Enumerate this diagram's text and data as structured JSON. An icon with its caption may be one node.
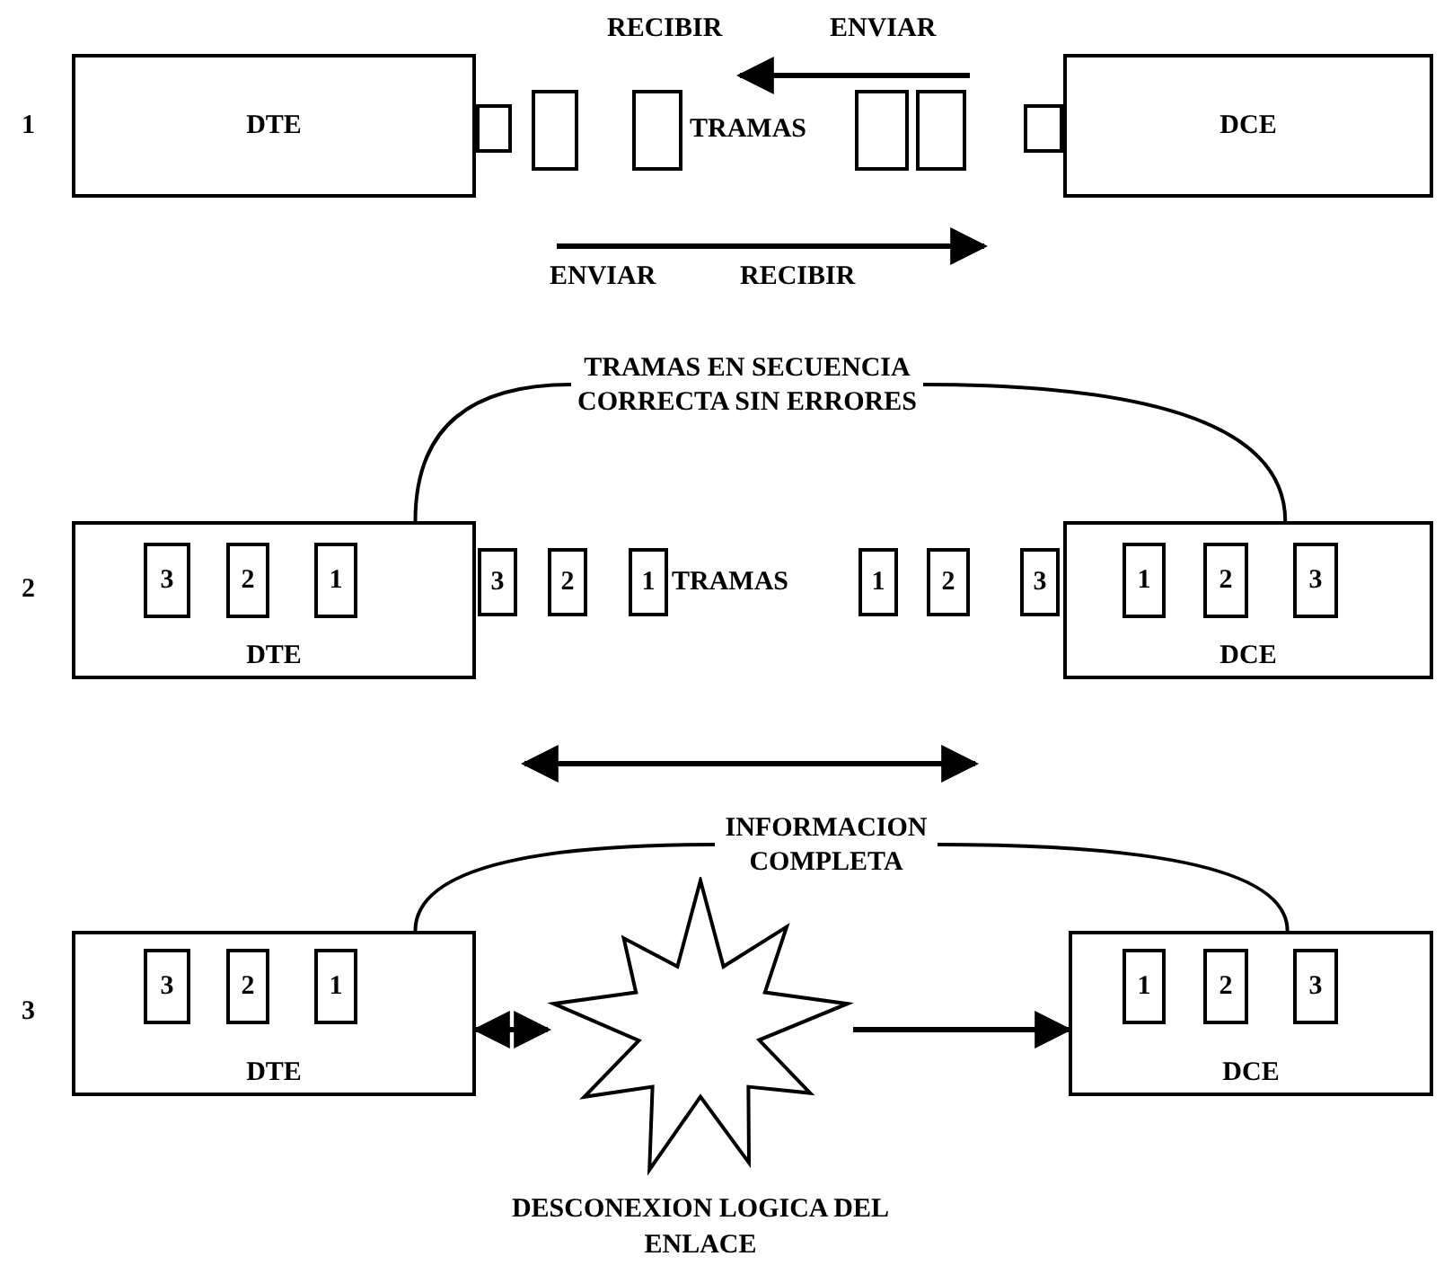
{
  "diagram": {
    "nodes": [
      {
        "text": [
          "DTE"
        ]
      },
      {
        "text": [],
        "shape": "box"
      },
      {
        "text": [],
        "shape": "box"
      },
      {
        "text": [],
        "shape": "box"
      },
      {
        "text": [],
        "shape": "box"
      },
      {
        "text": [],
        "shape": "box"
      },
      {
        "text": [],
        "shape": "box"
      },
      {
        "text": [
          "DCE"
        ]
      },
      {
        "text": [
          "TRAMAS EN SECUENCIA CORRECTA SIN ERRORES"
        ]
      },
      {
        "text": [
          "DTE"
        ]
      },
      {
        "text": [
          "3"
        ],
        "in": 9
      },
      {
        "text": [
          "2"
        ],
        "in": 9
      },
      {
        "text": [
          "1"
        ],
        "in": 9
      },
      {
        "text": [
          "3"
        ]
      },
      {
        "text": [
          "2"
        ]
      },
      {
        "text": [
          "1"
        ]
      },
      {
        "text": [
          "1"
        ]
      },
      {
        "text": [
          "2"
        ]
      },
      {
        "text": [
          "3"
        ]
      },
      {
        "text": [
          "DCE"
        ]
      },
      {
        "text": [
          "1"
        ],
        "in": 19
      },
      {
        "text": [
          "2"
        ],
        "in": 19
      },
      {
        "text": [
          "3"
        ],
        "in": 19
      },
      {
        "text": [
          "INFORMACION COMPLETA"
        ]
      },
      {
        "text": [
          "DTE"
        ]
      },
      {
        "text": [
          "3"
        ],
        "in": 24
      },
      {
        "text": [
          "2"
        ],
        "in": 24
      },
      {
        "text": [
          "1"
        ],
        "in": 24
      },
      {
        "text": [],
        "shape": "star",
        "beside": [
          "DESCONEXION LOGICA DEL ENLACE"
        ]
      },
      {
        "text": [
          "DCE"
        ]
      },
      {
        "text": [
          "1"
        ],
        "in": 29
      },
      {
        "text": [
          "2"
        ],
        "in": 29
      },
      {
        "text": [
          "3"
        ],
        "in": 29
      }
    ],
    "edges": [
      {
        "from": 8,
        "to": 9,
        "arrow": "none"
      },
      {
        "from": 8,
        "to": 19,
        "arrow": "none"
      },
      {
        "from": 23,
        "to": 24,
        "arrow": "none"
      },
      {
        "from": 23,
        "to": 29,
        "arrow": "none"
      },
      {
        "from": 28,
        "to": 24,
        "arrow": "both"
      },
      {
        "from": 28,
        "to": 29,
        "arrow": "to"
      }
    ],
    "labels": [
      "RECIBIR",
      "ENVIAR",
      "1",
      "TRAMAS",
      "ENVIAR",
      "RECIBIR",
      "2",
      "TRAMAS",
      "3"
    ]
  }
}
